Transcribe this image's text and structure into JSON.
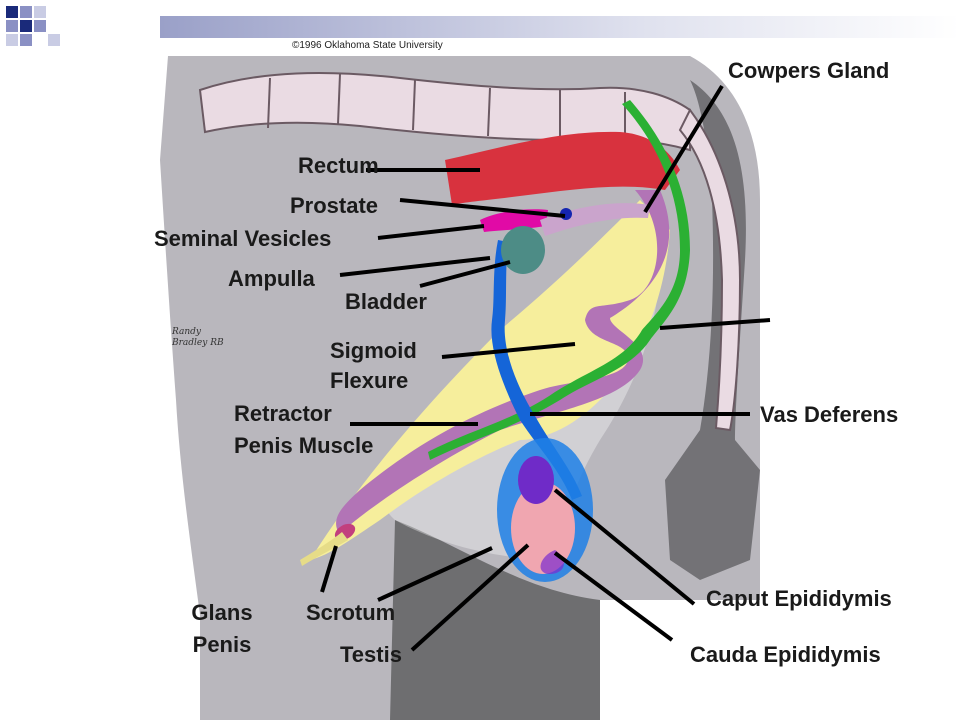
{
  "copyright": "©1996 Oklahoma State University",
  "signature": "Randy Bradley RB",
  "labels": {
    "cowpers_gland": "Cowpers Gland",
    "rectum": "Rectum",
    "prostate": "Prostate",
    "seminal_vesicles": "Seminal Vesicles",
    "ampulla": "Ampulla",
    "bladder": "Bladder",
    "sigmoid_flexure_1": "Sigmoid",
    "sigmoid_flexure_2": "Flexure",
    "retractor_1": "Retractor",
    "retractor_2": "Penis Muscle",
    "vas_deferens": "Vas Deferens",
    "caput_epididymis": "Caput Epididymis",
    "cauda_epididymis": "Cauda Epididymis",
    "glans_1": "Glans",
    "glans_2": "Penis",
    "scrotum": "Scrotum",
    "testis": "Testis"
  },
  "colors": {
    "body_gray": "#b9b7bd",
    "dark_gray": "#6e6e70",
    "bone": "#eadbe3",
    "rectum": "#d8323e",
    "yellow": "#f6ee9c",
    "purple": "#b274b6",
    "green": "#2bb033",
    "blue": "#1565d8",
    "magenta": "#e10aa6",
    "teal": "#4d8c86",
    "testis": "#f0a6b0",
    "epididymis": "#6f2bc8",
    "corner_blue": "#1a2a7a"
  }
}
